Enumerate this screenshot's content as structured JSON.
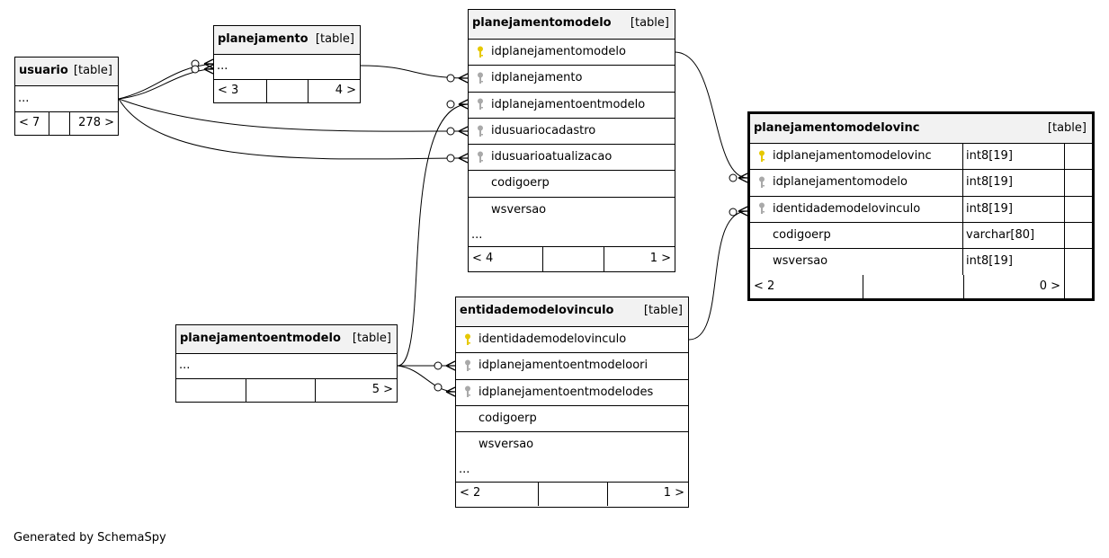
{
  "tables": {
    "usuario": {
      "name": "usuario",
      "kind": "[table]",
      "ellipsis": "...",
      "parents": "< 7",
      "children": "278 >"
    },
    "planejamento": {
      "name": "planejamento",
      "kind": "[table]",
      "ellipsis": "...",
      "parents": "< 3",
      "children": "4 >"
    },
    "planejamentomodelo": {
      "name": "planejamentomodelo",
      "kind": "[table]",
      "columns": [
        {
          "name": "idplanejamentomodelo",
          "key": "primary"
        },
        {
          "name": "idplanejamento",
          "key": "foreign"
        },
        {
          "name": "idplanejamentoentmodelo",
          "key": "foreign"
        },
        {
          "name": "idusuariocadastro",
          "key": "foreign"
        },
        {
          "name": "idusuarioatualizacao",
          "key": "foreign"
        },
        {
          "name": "codigoerp",
          "key": ""
        },
        {
          "name": "wsversao",
          "key": ""
        }
      ],
      "ellipsis": "...",
      "parents": "< 4",
      "children": "1 >"
    },
    "planejamentomodelovinc": {
      "name": "planejamentomodelovinc",
      "kind": "[table]",
      "columns": [
        {
          "name": "idplanejamentomodelovinc",
          "type": "int8[19]",
          "key": "primary"
        },
        {
          "name": "idplanejamentomodelo",
          "type": "int8[19]",
          "key": "foreign"
        },
        {
          "name": "identidademodelovinculo",
          "type": "int8[19]",
          "key": "foreign"
        },
        {
          "name": "codigoerp",
          "type": "varchar[80]",
          "key": ""
        },
        {
          "name": "wsversao",
          "type": "int8[19]",
          "key": ""
        }
      ],
      "parents": "< 2",
      "children": "0 >"
    },
    "planejamentoentmodelo": {
      "name": "planejamentoentmodelo",
      "kind": "[table]",
      "ellipsis": "...",
      "parents": "",
      "children": "5 >"
    },
    "entidademodelovinculo": {
      "name": "entidademodelovinculo",
      "kind": "[table]",
      "columns": [
        {
          "name": "identidademodelovinculo",
          "key": "primary"
        },
        {
          "name": "idplanejamentoentmodeloori",
          "key": "foreign"
        },
        {
          "name": "idplanejamentoentmodelodes",
          "key": "foreign"
        },
        {
          "name": "codigoerp",
          "key": ""
        },
        {
          "name": "wsversao",
          "key": ""
        }
      ],
      "ellipsis": "...",
      "parents": "< 2",
      "children": "1 >"
    }
  },
  "colors": {
    "primary_key": "#e6c800",
    "foreign_key": "#a9a9a9",
    "header_bg": "#f2f2f2",
    "line": "#000000"
  },
  "footer": {
    "credit": "Generated by SchemaSpy"
  }
}
